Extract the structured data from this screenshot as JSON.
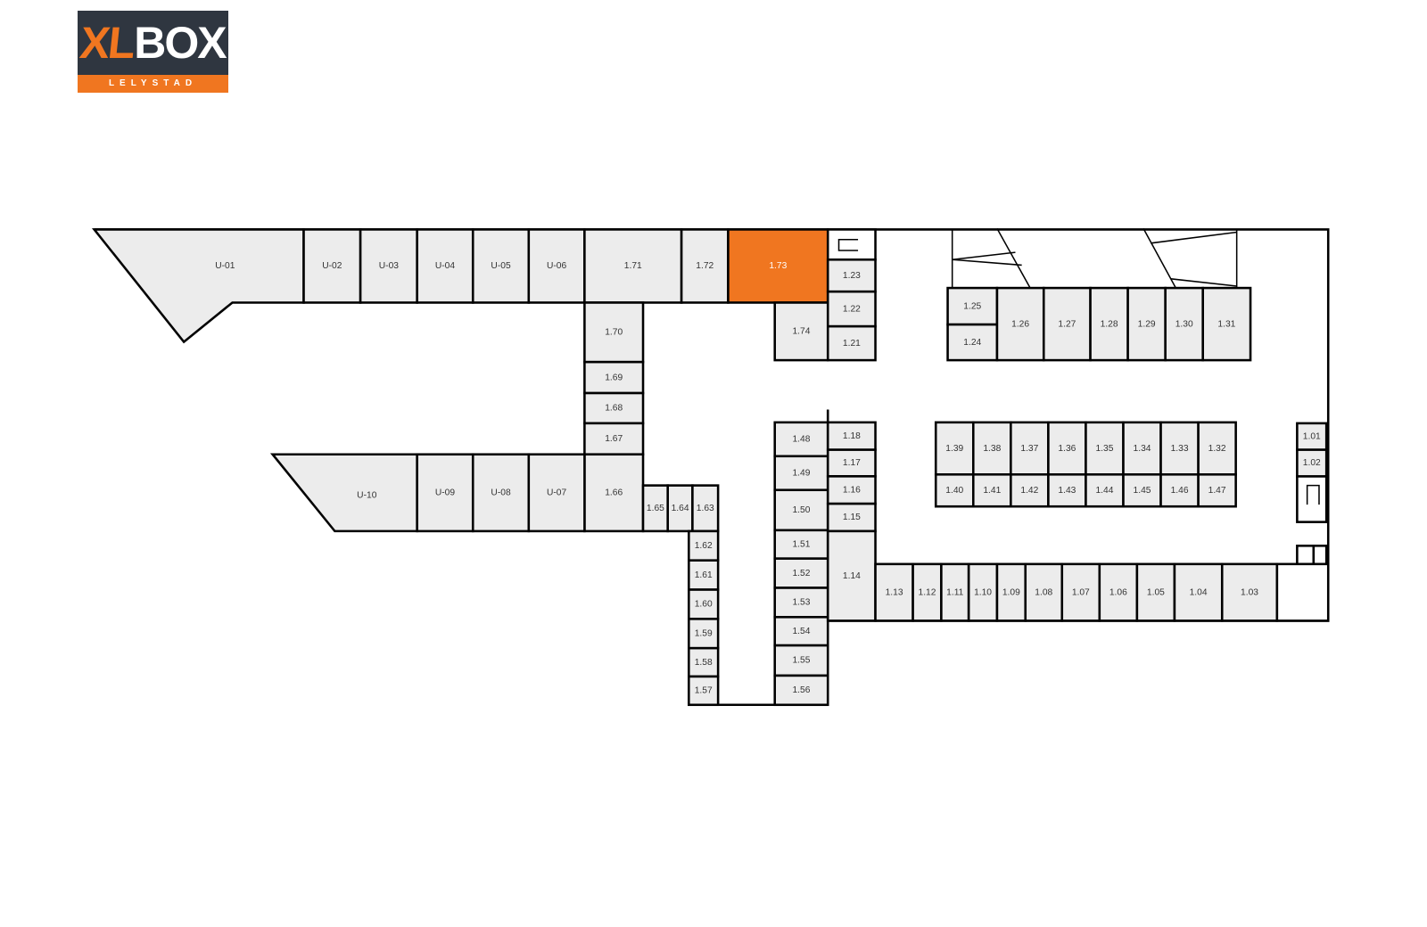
{
  "logo": {
    "part1": "XL",
    "part2": "BOX",
    "city": "LELYSTAD"
  },
  "colors": {
    "highlight": "#f07620",
    "unit_fill": "#ececec",
    "wall": "#000000",
    "logo_bg": "#2f3640"
  },
  "rooms": [
    {
      "label": "U-01"
    },
    {
      "label": "U-02"
    },
    {
      "label": "U-03"
    },
    {
      "label": "U-04"
    },
    {
      "label": "U-05"
    },
    {
      "label": "U-06"
    },
    {
      "label": "1.71"
    },
    {
      "label": "1.72"
    },
    {
      "label": "1.73",
      "highlighted": true
    },
    {
      "label": "1.23"
    },
    {
      "label": "1.22"
    },
    {
      "label": "1.21"
    },
    {
      "label": "1.74"
    },
    {
      "label": "1.70"
    },
    {
      "label": "1.69"
    },
    {
      "label": "1.68"
    },
    {
      "label": "1.67"
    },
    {
      "label": "1.66"
    },
    {
      "label": "U-10"
    },
    {
      "label": "U-09"
    },
    {
      "label": "U-08"
    },
    {
      "label": "U-07"
    },
    {
      "label": "1.65"
    },
    {
      "label": "1.64"
    },
    {
      "label": "1.63"
    },
    {
      "label": "1.62"
    },
    {
      "label": "1.61"
    },
    {
      "label": "1.60"
    },
    {
      "label": "1.59"
    },
    {
      "label": "1.58"
    },
    {
      "label": "1.57"
    },
    {
      "label": "1.48"
    },
    {
      "label": "1.49"
    },
    {
      "label": "1.50"
    },
    {
      "label": "1.51"
    },
    {
      "label": "1.52"
    },
    {
      "label": "1.53"
    },
    {
      "label": "1.54"
    },
    {
      "label": "1.55"
    },
    {
      "label": "1.56"
    },
    {
      "label": "1.18"
    },
    {
      "label": "1.17"
    },
    {
      "label": "1.16"
    },
    {
      "label": "1.15"
    },
    {
      "label": "1.14"
    },
    {
      "label": "1.13"
    },
    {
      "label": "1.12"
    },
    {
      "label": "1.11"
    },
    {
      "label": "1.10"
    },
    {
      "label": "1.09"
    },
    {
      "label": "1.08"
    },
    {
      "label": "1.07"
    },
    {
      "label": "1.06"
    },
    {
      "label": "1.05"
    },
    {
      "label": "1.04"
    },
    {
      "label": "1.03"
    },
    {
      "label": "1.25"
    },
    {
      "label": "1.24"
    },
    {
      "label": "1.26"
    },
    {
      "label": "1.27"
    },
    {
      "label": "1.28"
    },
    {
      "label": "1.29"
    },
    {
      "label": "1.30"
    },
    {
      "label": "1.31"
    },
    {
      "label": "1.39"
    },
    {
      "label": "1.38"
    },
    {
      "label": "1.37"
    },
    {
      "label": "1.36"
    },
    {
      "label": "1.35"
    },
    {
      "label": "1.34"
    },
    {
      "label": "1.33"
    },
    {
      "label": "1.32"
    },
    {
      "label": "1.40"
    },
    {
      "label": "1.41"
    },
    {
      "label": "1.42"
    },
    {
      "label": "1.43"
    },
    {
      "label": "1.44"
    },
    {
      "label": "1.45"
    },
    {
      "label": "1.46"
    },
    {
      "label": "1.47"
    },
    {
      "label": "1.01"
    },
    {
      "label": "1.02"
    }
  ]
}
